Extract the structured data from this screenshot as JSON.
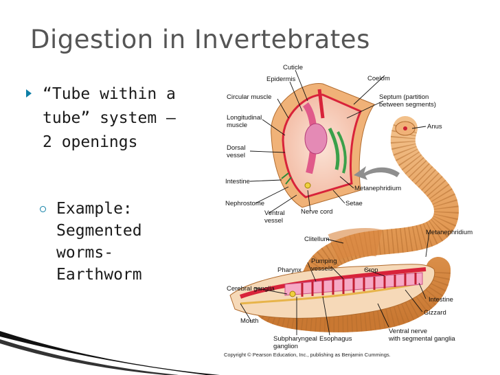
{
  "slide": {
    "title": "Digestion in Invertebrates",
    "bullet": "“Tube within a\ntube” system –\n2 openings",
    "sub_bullet": "Example:\nSegmented\nworms-\nEarthworm"
  },
  "diagram": {
    "labels": {
      "cuticle": "Cuticle",
      "epidermis": "Epidermis",
      "coelom": "Coelom",
      "circular_muscle": "Circular muscle",
      "septum_1": "Septum (partition",
      "septum_2": "between segments)",
      "longitudinal_1": "Longitudinal",
      "longitudinal_2": "muscle",
      "anus": "Anus",
      "dorsal_1": "Dorsal",
      "dorsal_2": "vessel",
      "intestine_top": "Intestine",
      "metanephridium_top": "Metanephridium",
      "nephrostome": "Nephrostome",
      "setae": "Setae",
      "nerve_cord": "Nerve cord",
      "ventral_1": "Ventral",
      "ventral_2": "vessel",
      "metanephridium_right": "Metanephridium",
      "clitellum": "Clitellum",
      "pumping_1": "Pumping",
      "pumping_2": "vessels",
      "pharynx": "Pharynx",
      "crop": "Crop",
      "cerebral": "Cerebral ganglia",
      "intestine_bottom": "Intestine",
      "gizzard": "Gizzard",
      "mouth": "Mouth",
      "subpharyngeal_1": "Subpharyngeal",
      "subpharyngeal_2": "ganglion",
      "esophagus": "Esophagus",
      "ventral_nerve_1": "Ventral nerve",
      "ventral_nerve_2": "with segmental ganglia"
    },
    "copyright": "Copyright © Pearson Education, Inc., publishing as Benjamin Cummings."
  },
  "colors": {
    "title": "#555555",
    "bullet_marker": "#0e7fa6",
    "worm_body": "#e8a25c",
    "blood_vessel": "#d8233a"
  }
}
